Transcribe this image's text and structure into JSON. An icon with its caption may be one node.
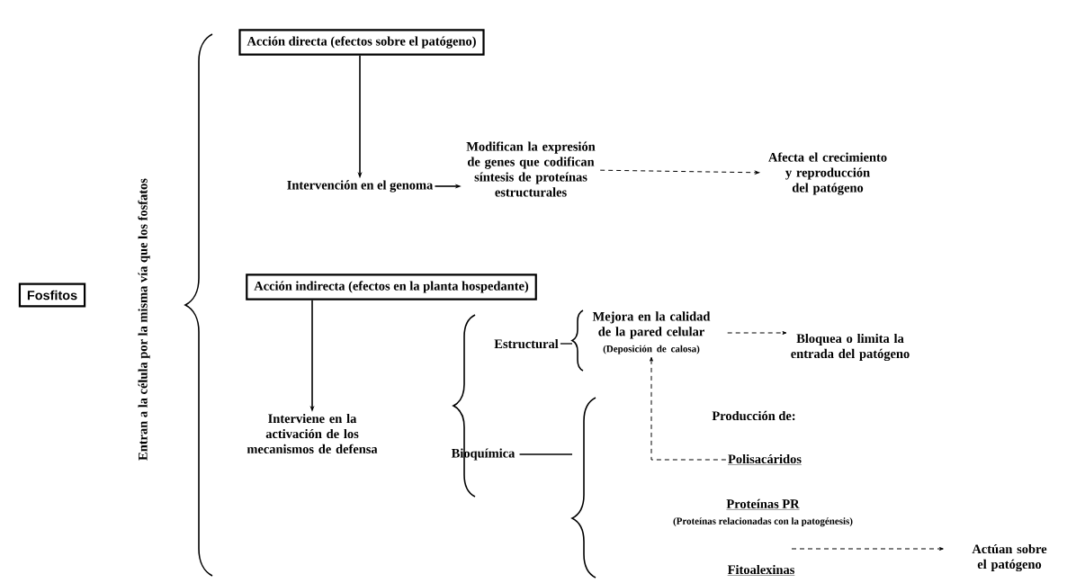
{
  "diagram": {
    "nodes": [
      {
        "text": [
          "Fosfitos"
        ]
      },
      {
        "text": [
          "Acción directa (efectos sobre el patógeno)"
        ]
      },
      {
        "text": [
          "Intervención en el genoma"
        ]
      },
      {
        "text": [
          "Modifican la expresión de genes que codifican síntesis de proteínas estructurales"
        ]
      },
      {
        "text": [
          "Afecta el crecimiento y reproducción del patógeno"
        ]
      },
      {
        "text": [
          "Acción indirecta (efectos en la planta hospedante)"
        ]
      },
      {
        "text": [
          "Interviene en la activación de los mecanismos de defensa"
        ]
      },
      {
        "text": [
          "Estructural"
        ]
      },
      {
        "text": [
          "Mejora en la calidad de la pared celular",
          "(Deposición de calosa)"
        ]
      },
      {
        "text": [
          "Bloquea o limita la entrada del patógeno"
        ]
      },
      {
        "text": [
          "Bioquímica"
        ]
      },
      {
        "text": [
          "Producción de:"
        ]
      },
      {
        "text": [
          "Polisacáridos"
        ]
      },
      {
        "text": [
          "Proteínas PR",
          "(Proteínas relacionadas con la patogénesis)"
        ]
      },
      {
        "text": [
          "Fitoalexinas"
        ]
      },
      {
        "text": [
          "Actúan sobre el patógeno"
        ]
      }
    ],
    "edges": [
      {
        "from": 1,
        "to": 2,
        "arrow": "to"
      },
      {
        "from": 2,
        "to": 3,
        "arrow": "to"
      },
      {
        "from": 3,
        "to": 4,
        "arrow": "to",
        "style": "dashed"
      },
      {
        "from": 5,
        "to": 6,
        "arrow": "to"
      },
      {
        "from": 8,
        "to": 9,
        "arrow": "to",
        "style": "dashed"
      },
      {
        "from": 12,
        "to": 8,
        "arrow": "to",
        "style": "dashed"
      },
      {
        "from": null,
        "to": 15,
        "arrow": "to",
        "style": "dashed"
      }
    ],
    "labels": [
      "Entran a la célula por la misma vía que los fosfatos"
    ]
  }
}
